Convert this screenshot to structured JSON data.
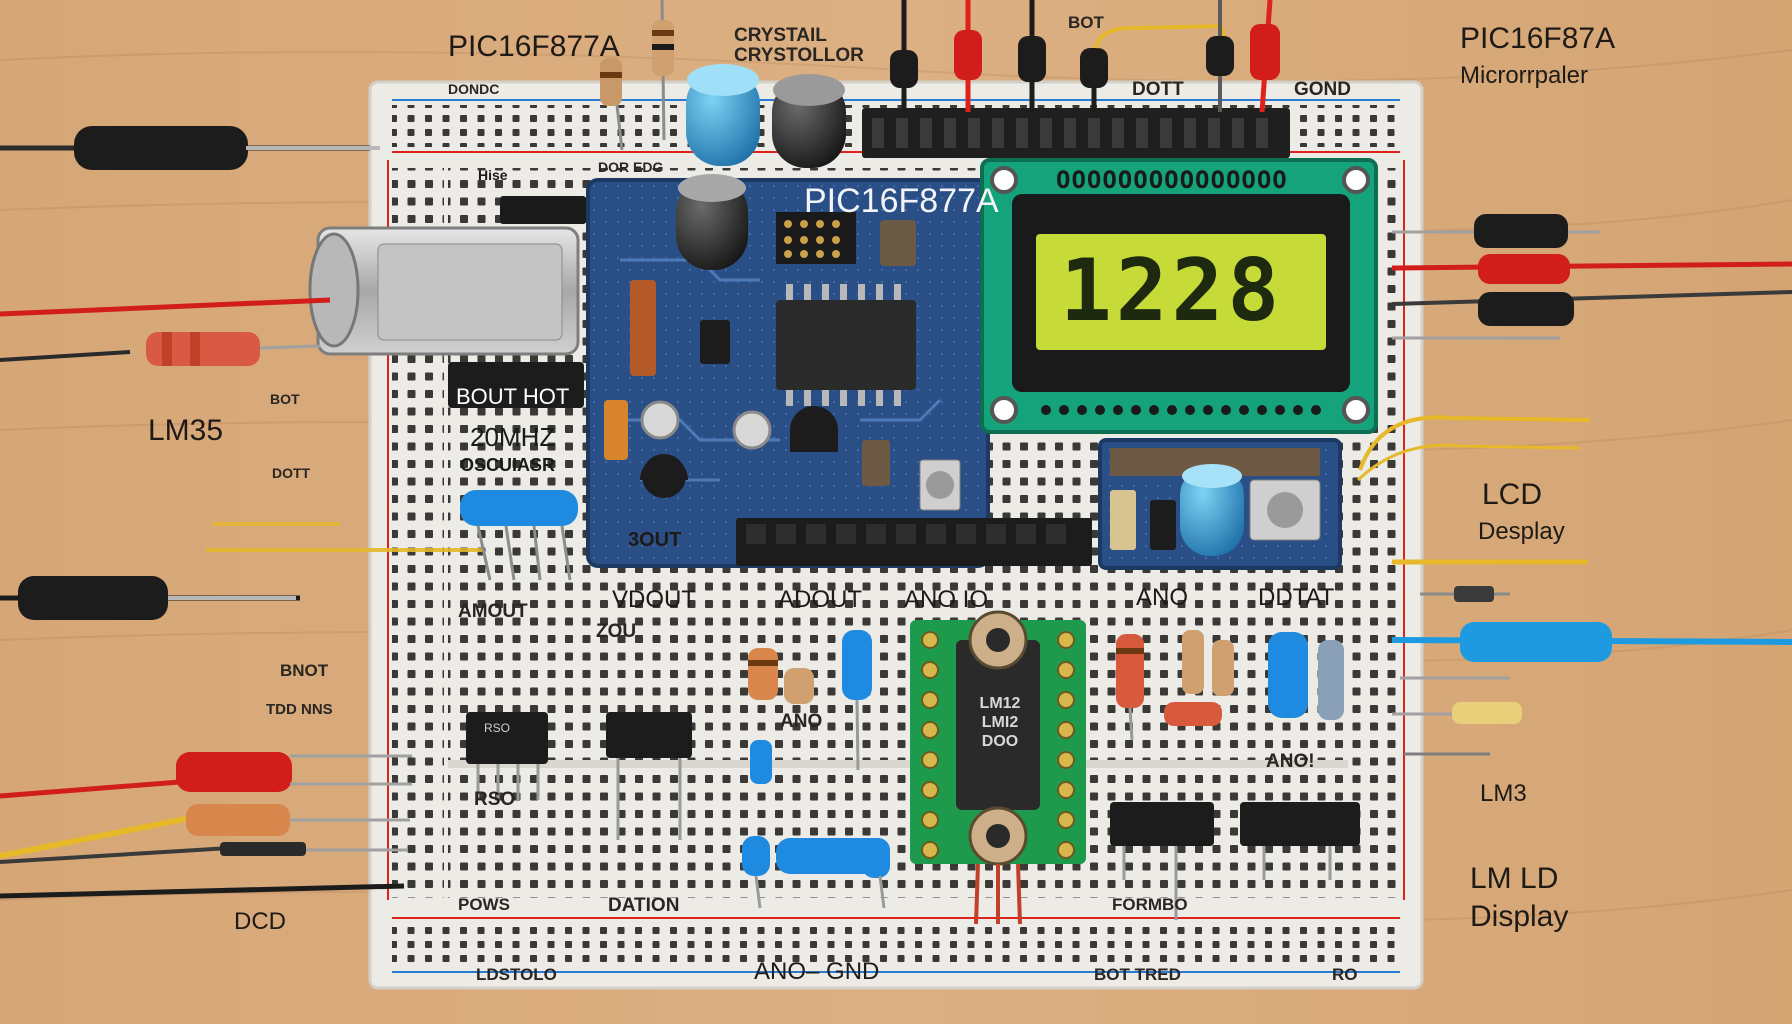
{
  "labels": {
    "top_left_title": "PIC16F877A",
    "top_center_title": "CRYSTAIL CRYSTOLLOR",
    "top_bot": "BOT",
    "top_dott": "DOTT",
    "top_gond": "GOND",
    "top_right_title": "PIC16F87A",
    "top_right_subtitle": "Microrrpaler",
    "board_top_left": "DONDC",
    "board_top_mid": "DOR EDG",
    "left_lm35": "LM35",
    "left_bot": "BOT",
    "left_dott": "DOTT",
    "left_bnot": "BNOT",
    "left_tbd": "TDD NNS",
    "left_dcd": "DCD",
    "right_lcd": "LCD",
    "right_display": "Desplay",
    "right_lm3": "LM3",
    "right_lmld": "LM LD",
    "right_display2": "Display",
    "pcb_chip": "PIC16F877A",
    "pcb_hise": "Hise",
    "pcb_bout": "BOUT HOT",
    "pcb_20mhz": "20MHZ",
    "pcb_osc": "OSCUIASR",
    "pcb_3out": "3OUT",
    "board_vdout": "VDOUT",
    "board_adout": "ADOUT",
    "board_ano_io": "ANO IO",
    "board_ano": "ANO",
    "board_ddat": "DDTAT",
    "board_amout": "AMOUT",
    "board_zou": "ZOU",
    "board_ano2": "ANO",
    "board_ano3": "ANO!",
    "board_rso": "RSO",
    "board_pov": "POWS",
    "board_dation": "DATION",
    "board_ano_gnd": "ANO– GND",
    "board_bottom_left": "LDSTOLO",
    "board_bottom_right": "BOT TRED",
    "board_bottom_ro": "RO",
    "board_formbo": "FORMBO",
    "chip_lm": "LM12 LMI2 DOO",
    "chip_rs0": "RSO"
  },
  "lcd": {
    "reading": "1228",
    "header_pins": "OOOOOOOOOOOOOOO"
  },
  "colors": {
    "wood": "#d9ab7d",
    "breadboard": "#ecebe6",
    "pcb_blue": "#2a4f86",
    "lcd_backlight": "#c6da38",
    "lcd_pcb": "#14a37a",
    "pad_green": "#1e9a4c",
    "wire_red": "#e0221c",
    "wire_blue": "#1e9ae0",
    "wire_yellow": "#e6b82a",
    "wire_black": "#1c1c1c"
  }
}
